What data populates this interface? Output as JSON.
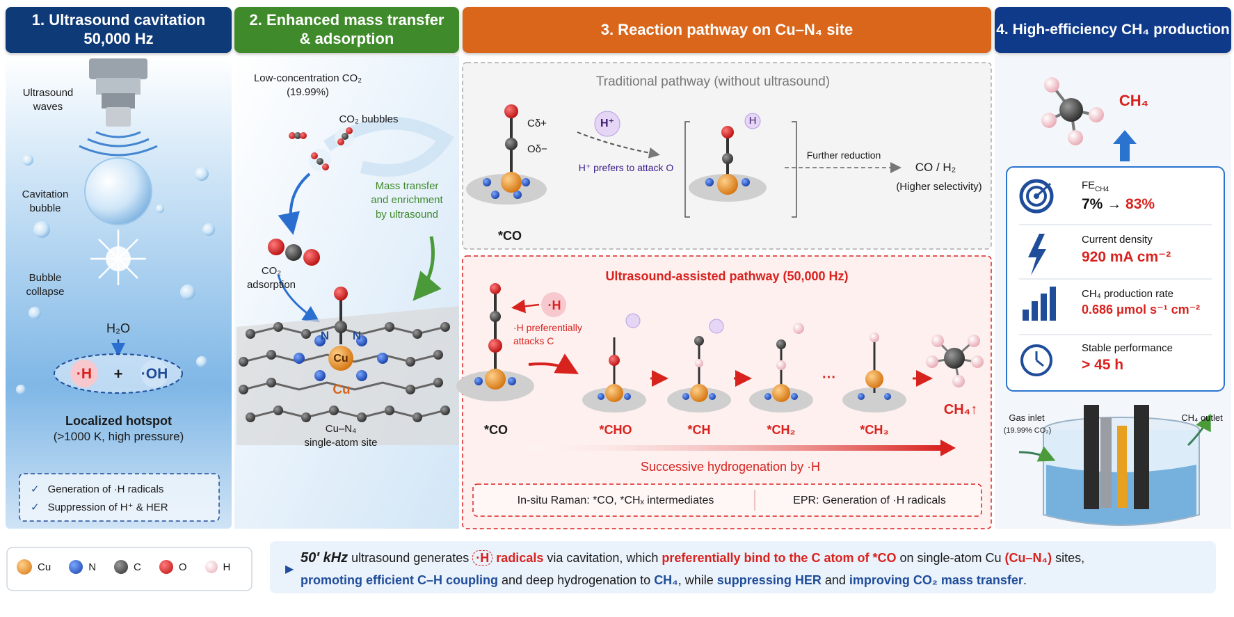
{
  "panel1": {
    "header_line1": "1. Ultrasound cavitation",
    "header_line2": "50,000 Hz",
    "ultrasound_waves": "Ultrasound\nwaves",
    "cavitation_bubble": "Cavitation\nbubble",
    "bubble_collapse": "Bubble\ncollapse",
    "h2o": "H₂O",
    "h_radical": "·H",
    "plus": "+",
    "oh_radical": "·OH",
    "hotspot_title": "Localized hotspot",
    "hotspot_detail": "(>1000 K, high pressure)",
    "check1": "Generation of ·H radicals",
    "check2": "Suppression of H⁺ & HER",
    "check_mark": "✓"
  },
  "panel2": {
    "header_line1": "2. Enhanced mass transfer",
    "header_line2": "& adsorption",
    "low_conc": "Low-concentration CO₂",
    "low_conc_pct": "(19.99%)",
    "co2_bubbles": "CO₂ bubbles",
    "mass_transfer": "Mass transfer\nand enrichment\nby ultrasound",
    "co2_adsorption": "CO₂\nadsorption",
    "n_label": "N",
    "cu_atom": "Cu",
    "cu_label": "Cu",
    "site_label_line1": "Cu–N₄",
    "site_label_line2": "single-atom site"
  },
  "panel3": {
    "header": "3. Reaction pathway on Cu–N₄ site",
    "traditional_title": "Traditional pathway (without ultrasound)",
    "c_delta": "Cδ+",
    "o_delta": "Oδ−",
    "h_plus": "H⁺",
    "h_plus_note": "H⁺ prefers to attack O",
    "star_co_top": "*CO",
    "h_label": "H",
    "cu_atom": "Cu",
    "further_reduction": "Further reduction",
    "co_h2": "CO / H₂",
    "higher_selectivity": "(Higher selectivity)",
    "ultra_title": "Ultrasound-assisted pathway (50,000 Hz)",
    "dot_h": "·H",
    "h_pref": "·H preferentially\nattacks C",
    "star_co": "*CO",
    "cho": "*CHO",
    "ch": "*CH",
    "ch2": "*CH₂",
    "ch3": "*CH₃",
    "ellipsis": "···",
    "ch4_up": "CH₄↑",
    "successive": "Successive hydrogenation by ·H",
    "raman": "In-situ Raman: *CO, *CHₓ intermediates",
    "epr": "EPR: Generation of ·H radicals"
  },
  "panel4": {
    "header": "4. High-efficiency CH₄ production",
    "ch4": "CH₄",
    "metrics": [
      {
        "label": "FE_CH4",
        "value_from": "7%",
        "arrow": "→",
        "value_to": "83%"
      },
      {
        "label": "Current density",
        "value": "920 mA cm⁻²"
      },
      {
        "label": "CH₄ production rate",
        "value": "0.686 μmol s⁻¹ cm⁻²"
      },
      {
        "label": "Stable performance",
        "value": "> 45 h"
      }
    ],
    "fe_label_main": "FE",
    "fe_label_sub": "CH4",
    "gas_inlet": "Gas inlet",
    "gas_inlet_pct": "(19.99% CO₂)",
    "ch4_outlet": "CH₄ outlet"
  },
  "legend": [
    {
      "symbol": "Cu",
      "color": "#e8891a"
    },
    {
      "symbol": "N",
      "color": "#2357c9"
    },
    {
      "symbol": "C",
      "color": "#555555"
    },
    {
      "symbol": "O",
      "color": "#d01c1c"
    },
    {
      "symbol": "H",
      "color": "#f2c1c8"
    }
  ],
  "summary": {
    "play": "▶",
    "p1": "50′ kHz",
    "p2": " ultrasound generates ",
    "p3": "·H",
    "p4": " radicals",
    "p5": " via cavitation, which ",
    "p6": "preferentially bind to the C atom of *CO",
    "p7": " on single-atom Cu ",
    "p8": "(Cu–N₄)",
    "p9": " sites,",
    "p10": "promoting efficient C–H coupling",
    "p11": " and deep hydrogenation to ",
    "p12": "CH₄",
    "p13": ", while ",
    "p14": "suppressing HER",
    "p15": " and ",
    "p16": "improving CO₂ mass transfer",
    "p17": "."
  },
  "colors": {
    "panel1": "#0f3a78",
    "panel2": "#3f8a2a",
    "panel3": "#d9661b",
    "panel4": "#0f3a8a",
    "red": "#d8221e",
    "blue": "#1f4d9a"
  }
}
